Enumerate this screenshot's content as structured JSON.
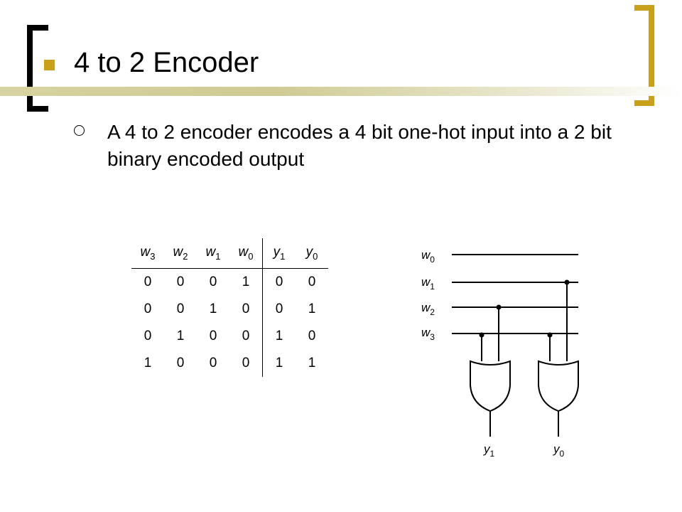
{
  "slide": {
    "title": "4 to 2 Encoder",
    "bullet": "A 4 to 2 encoder encodes a 4 bit one-hot input into a 2 bit binary encoded output"
  },
  "truth_table": {
    "headers": [
      {
        "var": "w",
        "sub": "3"
      },
      {
        "var": "w",
        "sub": "2"
      },
      {
        "var": "w",
        "sub": "1"
      },
      {
        "var": "w",
        "sub": "0"
      },
      {
        "var": "y",
        "sub": "1"
      },
      {
        "var": "y",
        "sub": "0"
      }
    ],
    "rows": [
      [
        "0",
        "0",
        "0",
        "1",
        "0",
        "0"
      ],
      [
        "0",
        "0",
        "1",
        "0",
        "0",
        "1"
      ],
      [
        "0",
        "1",
        "0",
        "0",
        "1",
        "0"
      ],
      [
        "1",
        "0",
        "0",
        "0",
        "1",
        "1"
      ]
    ]
  },
  "circuit": {
    "inputs": [
      {
        "var": "w",
        "sub": "0"
      },
      {
        "var": "w",
        "sub": "1"
      },
      {
        "var": "w",
        "sub": "2"
      },
      {
        "var": "w",
        "sub": "3"
      }
    ],
    "outputs": [
      {
        "var": "y",
        "sub": "1"
      },
      {
        "var": "y",
        "sub": "0"
      }
    ],
    "gates": [
      {
        "type": "OR",
        "output": "y1",
        "inputs": [
          "w2",
          "w3"
        ]
      },
      {
        "type": "OR",
        "output": "y0",
        "inputs": [
          "w1",
          "w3"
        ]
      }
    ]
  }
}
